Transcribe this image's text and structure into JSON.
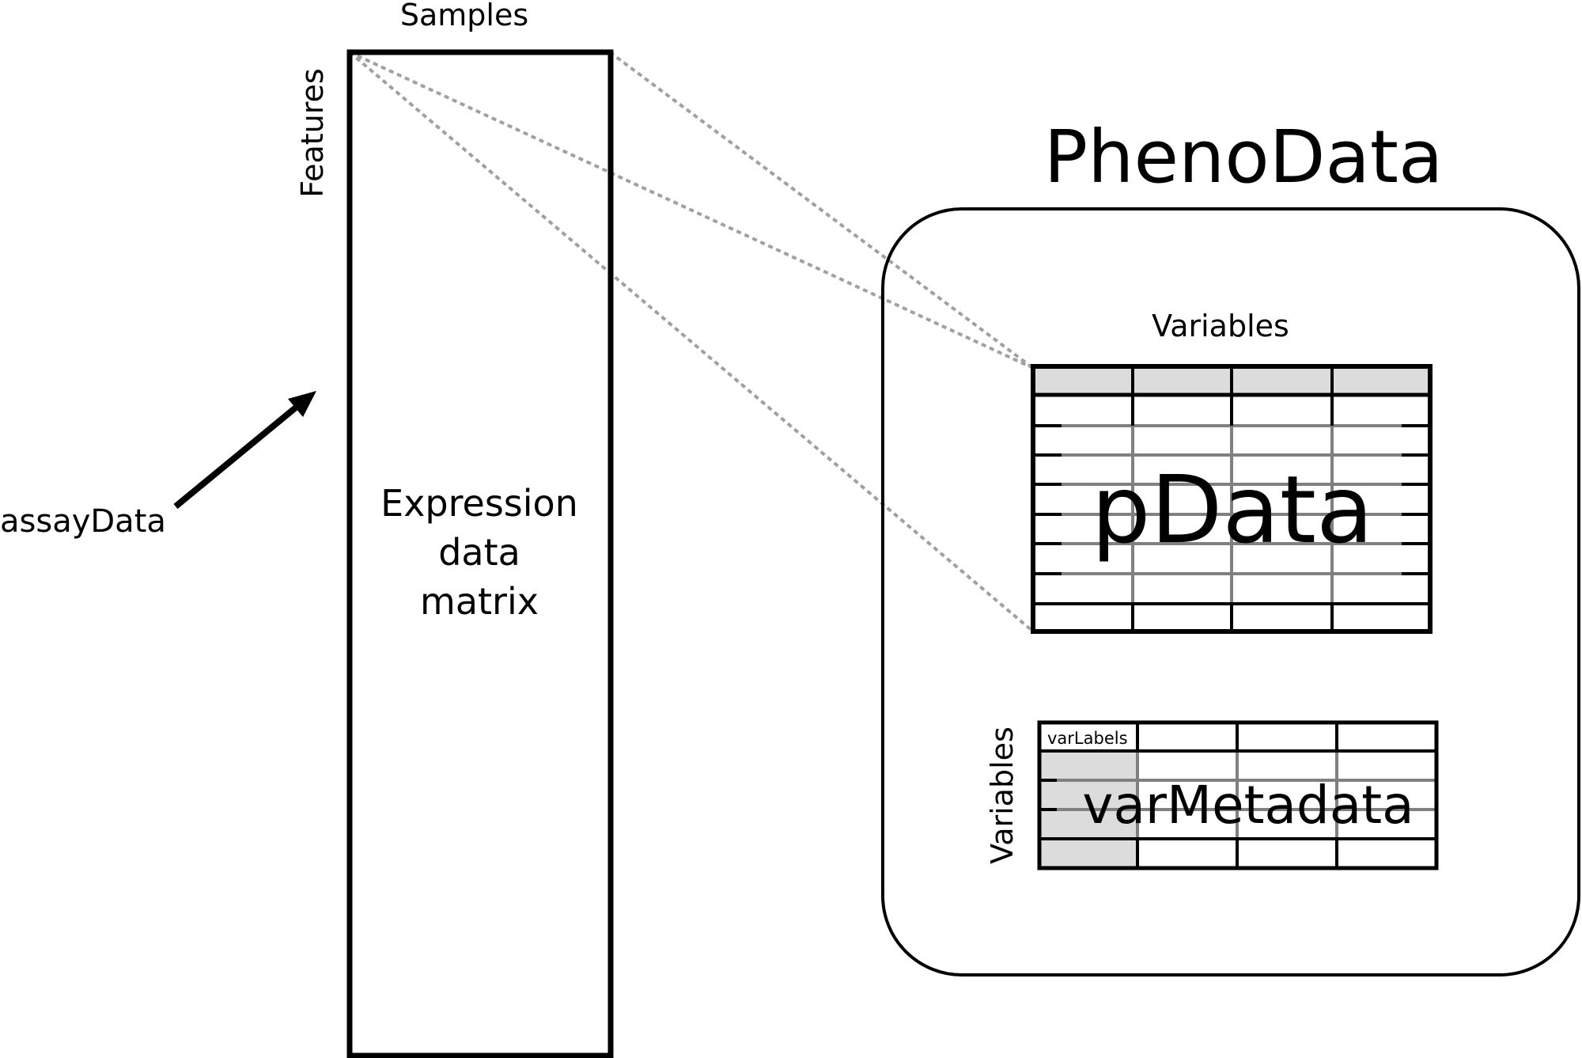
{
  "labels": {
    "samples": "Samples",
    "features": "Features",
    "assay_data": "assayData",
    "expression_line1": "Expression",
    "expression_line2": "data",
    "expression_line3": "matrix",
    "pheno_data": "PhenoData",
    "variables_top": "Variables",
    "p_data": "pData",
    "variables_side": "Variables",
    "var_labels": "varLabels",
    "var_metadata": "varMetadata"
  },
  "colors": {
    "stroke": "#000000",
    "inner_grid": "#808080",
    "header_fill": "#dcdcdc",
    "dotted_connector": "#a0a0a0"
  }
}
